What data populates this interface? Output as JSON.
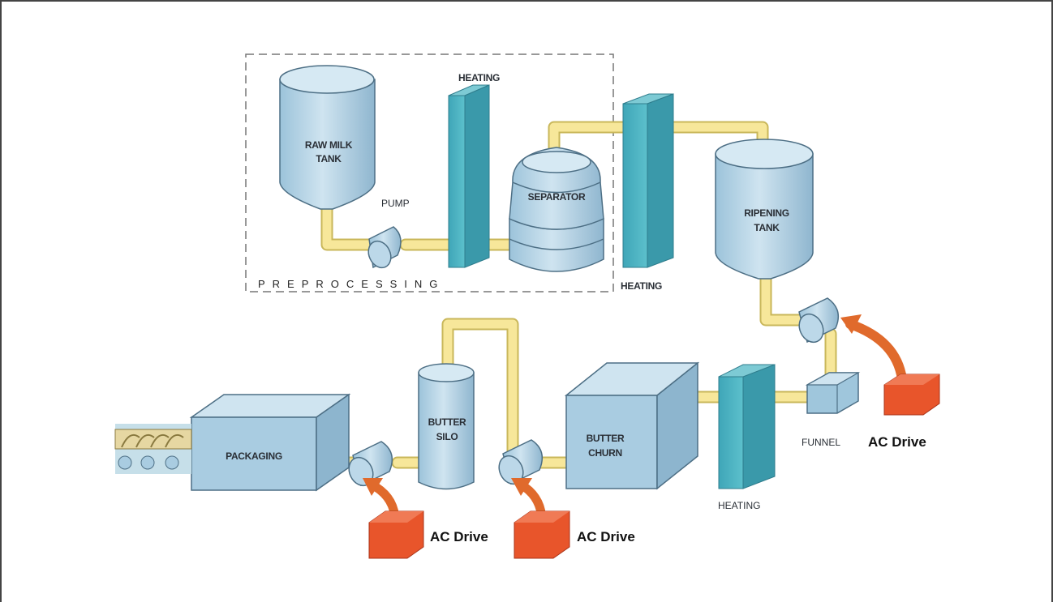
{
  "labels": {
    "raw_milk_tank_1": "RAW MILK",
    "raw_milk_tank_2": "TANK",
    "pump": "PUMP",
    "heating_top": "HEATING",
    "separator": "SEPARATOR",
    "heating_mid": "HEATING",
    "ripening_tank_1": "RIPENING",
    "ripening_tank_2": "TANK",
    "preprocessing": "PREPROCESSING",
    "packaging": "PACKAGING",
    "butter_silo_1": "BUTTER",
    "butter_silo_2": "SILO",
    "butter_churn_1": "BUTTER",
    "butter_churn_2": "CHURN",
    "funnel": "FUNNEL",
    "heating_bottom": "HEATING",
    "ac_drive_right": "AC Drive",
    "ac_drive_left": "AC Drive",
    "ac_drive_middle": "AC Drive"
  },
  "colors": {
    "equipment": "#b8d6e8",
    "equipment_dark": "#8fb8d0",
    "heater": "#4fb3c2",
    "pipe": "#f7e79a",
    "drive": "#e8552b",
    "arrow": "#e06a2c"
  }
}
